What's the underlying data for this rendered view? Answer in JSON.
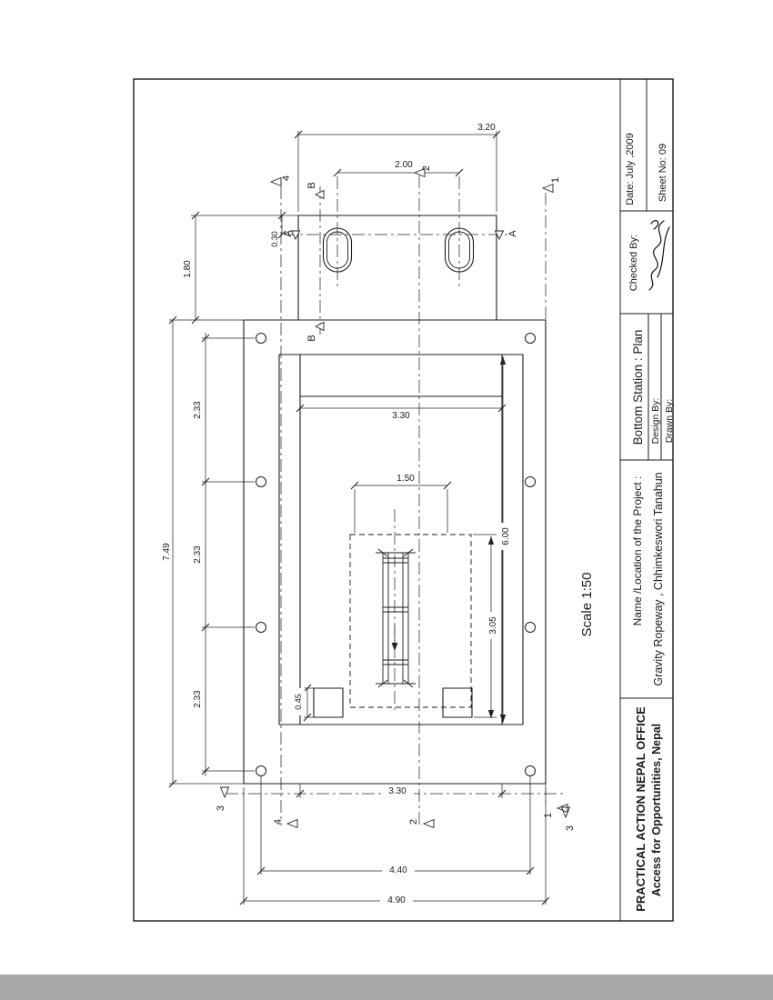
{
  "title_block": {
    "date": "Date: July ,2009",
    "sheet_no": "Sheet No: 09",
    "checked_by_label": "Checked  By:",
    "drawing_title": "Bottom Station : Plan",
    "design_by_label": "Design By:",
    "drawn_by_label": "Drawn By:",
    "project_section_label": "Name /Location of the Project :",
    "project_name": "Gravity Ropeway ,  Chhimkeswori Tanahun",
    "office_name": "PRACTICAL ACTION NEPAL OFFICE",
    "office_subtitle": "Access for Opportunities, Nepal"
  },
  "drawing": {
    "scale_label": "Scale 1:50",
    "dims": {
      "top_block_width": "3.20",
      "slot_spacing": "2.00",
      "slot_edge_offset": "0.30",
      "top_block_height": "1.80",
      "bay_1": "2.33",
      "bay_2": "2.33",
      "bay_3": "2.33",
      "overall_length": "7.49",
      "clear_width_top": "3.30",
      "clear_width_bottom": "3.30",
      "gauge": "1.50",
      "inner_length": "6.00",
      "pit_length": "3.05",
      "footing_size": "0.45",
      "bolt_row_span": "4.40",
      "overall_width": "4.90"
    },
    "sections": {
      "a": "A",
      "b": "B",
      "n1": "1",
      "n2": "2",
      "n3": "3",
      "n4": "4"
    }
  }
}
